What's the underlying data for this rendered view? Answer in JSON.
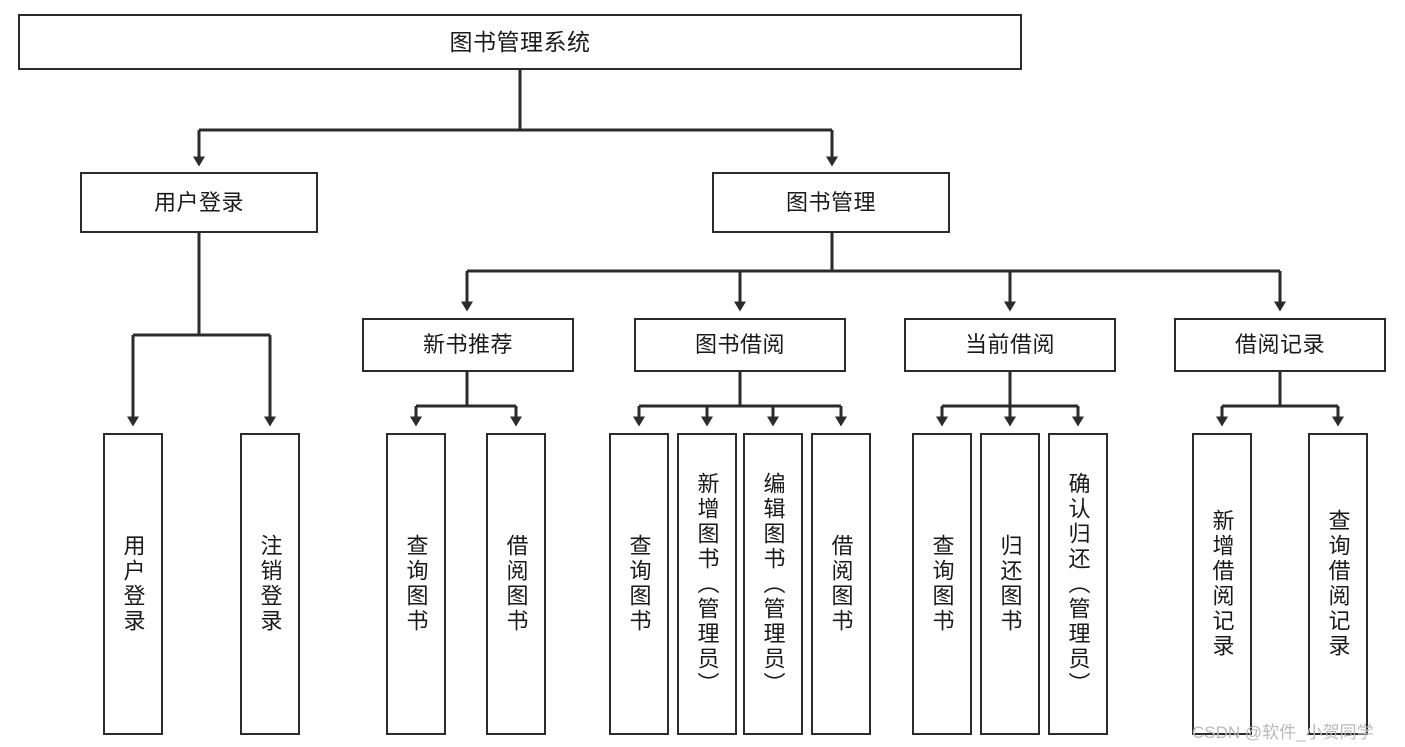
{
  "diagram": {
    "title": "图书管理系统",
    "type": "功能结构图",
    "watermark": "CSDN @软件_小贺同学",
    "colors": {
      "border": "#2b2b2b",
      "text": "#1a1a1a",
      "background": "#ffffff",
      "connector": "#2b2b2b",
      "watermark": "#b9b9b9"
    },
    "nodes": {
      "root": {
        "label": "图书管理系统"
      },
      "level2": [
        {
          "label": "用户登录"
        },
        {
          "label": "图书管理"
        }
      ],
      "level3": [
        {
          "label": "新书推荐"
        },
        {
          "label": "图书借阅"
        },
        {
          "label": "当前借阅"
        },
        {
          "label": "借阅记录"
        }
      ],
      "leaves": {
        "user_login": [
          {
            "label": "用户登录"
          },
          {
            "label": "注销登录"
          }
        ],
        "new_book": [
          {
            "label": "查询图书"
          },
          {
            "label": "借阅图书"
          }
        ],
        "book_borrow": [
          {
            "label": "查询图书"
          },
          {
            "label": "新增图书（管理员）"
          },
          {
            "label": "编辑图书（管理员）"
          },
          {
            "label": "借阅图书"
          }
        ],
        "current_borrow": [
          {
            "label": "查询图书"
          },
          {
            "label": "归还图书"
          },
          {
            "label": "确认归还（管理员）"
          }
        ],
        "borrow_record": [
          {
            "label": "新增借阅记录"
          },
          {
            "label": "查询借阅记录"
          }
        ]
      }
    }
  }
}
